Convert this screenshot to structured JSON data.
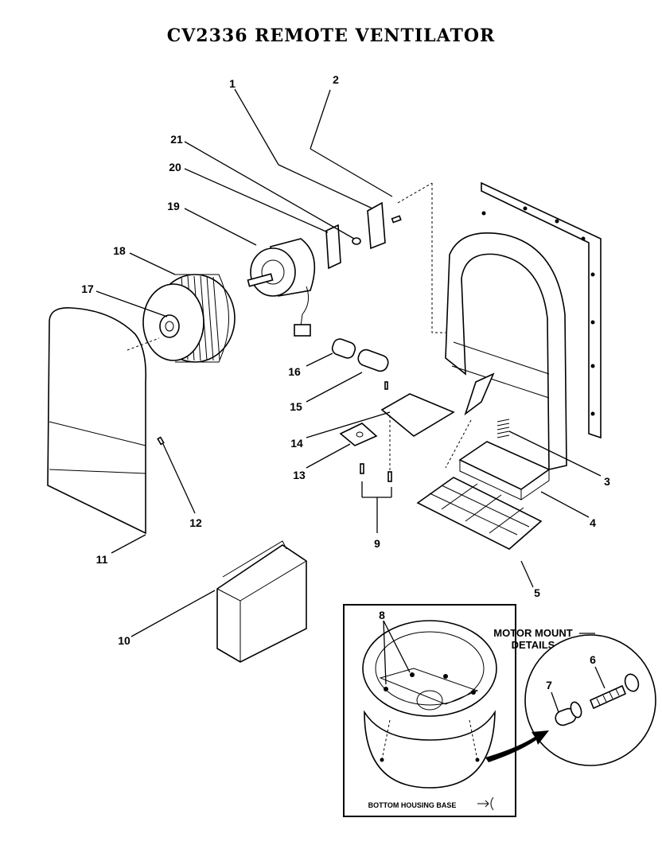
{
  "title": "CV2336 REMOTE VENTILATOR",
  "callouts": {
    "c1": "1",
    "c2": "2",
    "c3": "3",
    "c4": "4",
    "c5": "5",
    "c6": "6",
    "c7": "7",
    "c8": "8",
    "c9": "9",
    "c10": "10",
    "c11": "11",
    "c12": "12",
    "c13": "13",
    "c14": "14",
    "c15": "15",
    "c16": "16",
    "c17": "17",
    "c18": "18",
    "c19": "19",
    "c20": "20",
    "c21": "21"
  },
  "inset": {
    "details_line1": "MOTOR MOUNT",
    "details_line2": "DETAILS",
    "caption": "BOTTOM HOUSING BASE"
  }
}
